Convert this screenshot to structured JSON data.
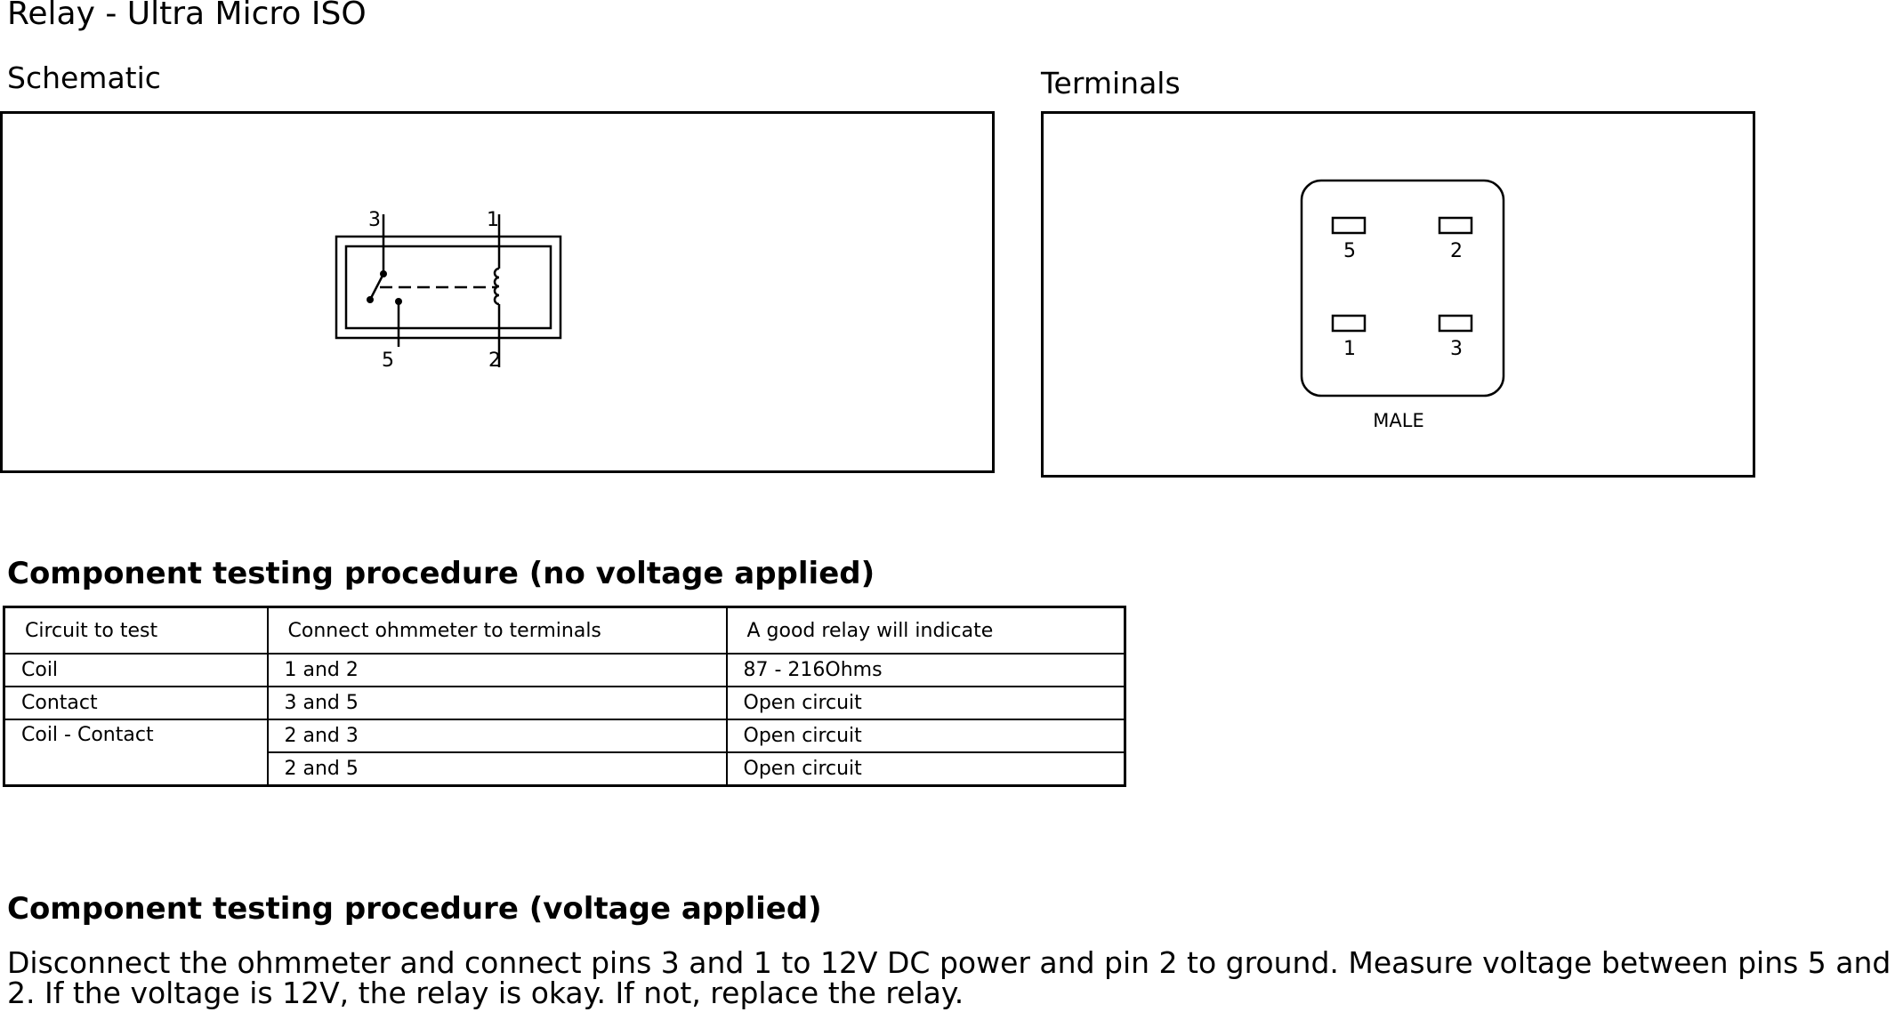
{
  "document": {
    "title": "Relay - Ultra Micro ISO"
  },
  "schematic": {
    "label": "Schematic",
    "pins": {
      "top_left": "3",
      "top_right": "1",
      "bottom_left": "5",
      "bottom_right": "2"
    }
  },
  "terminals": {
    "label": "Terminals",
    "pins": {
      "top_left": "5",
      "top_right": "2",
      "bottom_left": "1",
      "bottom_right": "3"
    },
    "connector_gender": "MALE"
  },
  "procedure_no_voltage": {
    "heading": "Component testing procedure (no voltage applied)",
    "columns": [
      "Circuit to test",
      "Connect ohmmeter to terminals",
      "A good relay will indicate"
    ],
    "rows": [
      [
        "Coil",
        "1 and 2",
        "87 - 216Ohms"
      ],
      [
        "Contact",
        "3 and 5",
        "Open circuit"
      ],
      [
        "Coil - Contact",
        "2 and 3",
        "Open circuit"
      ],
      [
        "",
        "2 and 5",
        "Open circuit"
      ]
    ]
  },
  "procedure_voltage": {
    "heading": "Component testing procedure (voltage applied)",
    "text": "Disconnect the ohmmeter and connect pins 3 and 1 to 12V DC power and pin 2 to ground. Measure voltage between pins 5 and 2. If the voltage is 12V, the relay is okay. If not, replace the relay."
  }
}
